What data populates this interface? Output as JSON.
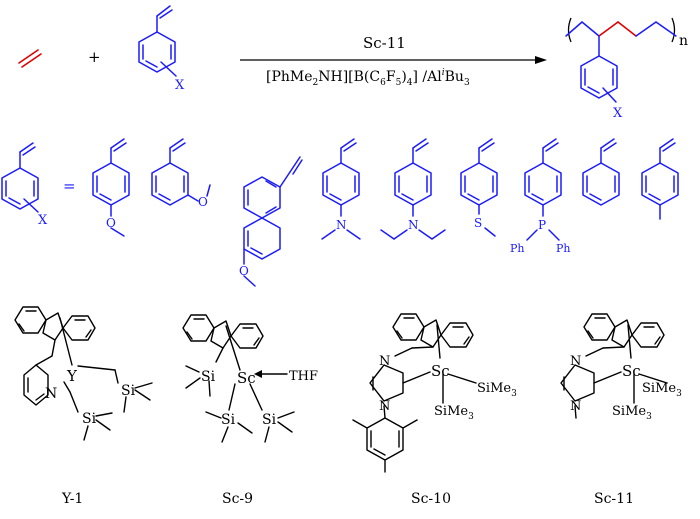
{
  "colors": {
    "ethylene": "#e00000",
    "styrene": "#1a1aff",
    "ink": "#000000"
  },
  "reaction": {
    "plus": "+",
    "x_sub": "X",
    "catalyst": "Sc-11",
    "cocat_a": "[PhMe",
    "cocat_a_sub": "2",
    "cocat_b": "NH][B(C",
    "cocat_b_sub": "6",
    "cocat_c": "F",
    "cocat_c_sub": "5",
    "cocat_d": ")",
    "cocat_d_sub": "4",
    "cocat_e": "] /Al",
    "cocat_e_sup": "i",
    "cocat_f": "Bu",
    "cocat_f_sub": "3",
    "product_n": "n",
    "product_x": "X"
  },
  "substituents": {
    "equals": "=",
    "x_label": "X",
    "nap_o": "O",
    "anisole_o": "O",
    "m_anisole_o": "O",
    "dimethylamino_n": "N",
    "diethylamino_n": "N",
    "thio_s": "S",
    "phos_p": "P",
    "ph1": "Ph",
    "ph2": "Ph"
  },
  "catalysts": [
    {
      "name": "Y-1",
      "metal": "Y",
      "n": "N",
      "si1": "Si",
      "si2": "Si"
    },
    {
      "name": "Sc-9",
      "metal": "Sc",
      "thf": "THF",
      "si1": "Si",
      "si2": "Si",
      "si3": "Si"
    },
    {
      "name": "Sc-10",
      "metal": "Sc",
      "n1": "N",
      "n2": "N",
      "sime": "SiMe",
      "sub3": "3"
    },
    {
      "name": "Sc-11",
      "metal": "Sc",
      "n1": "N",
      "n2": "N",
      "sime": "SiMe",
      "sub3": "3"
    }
  ]
}
